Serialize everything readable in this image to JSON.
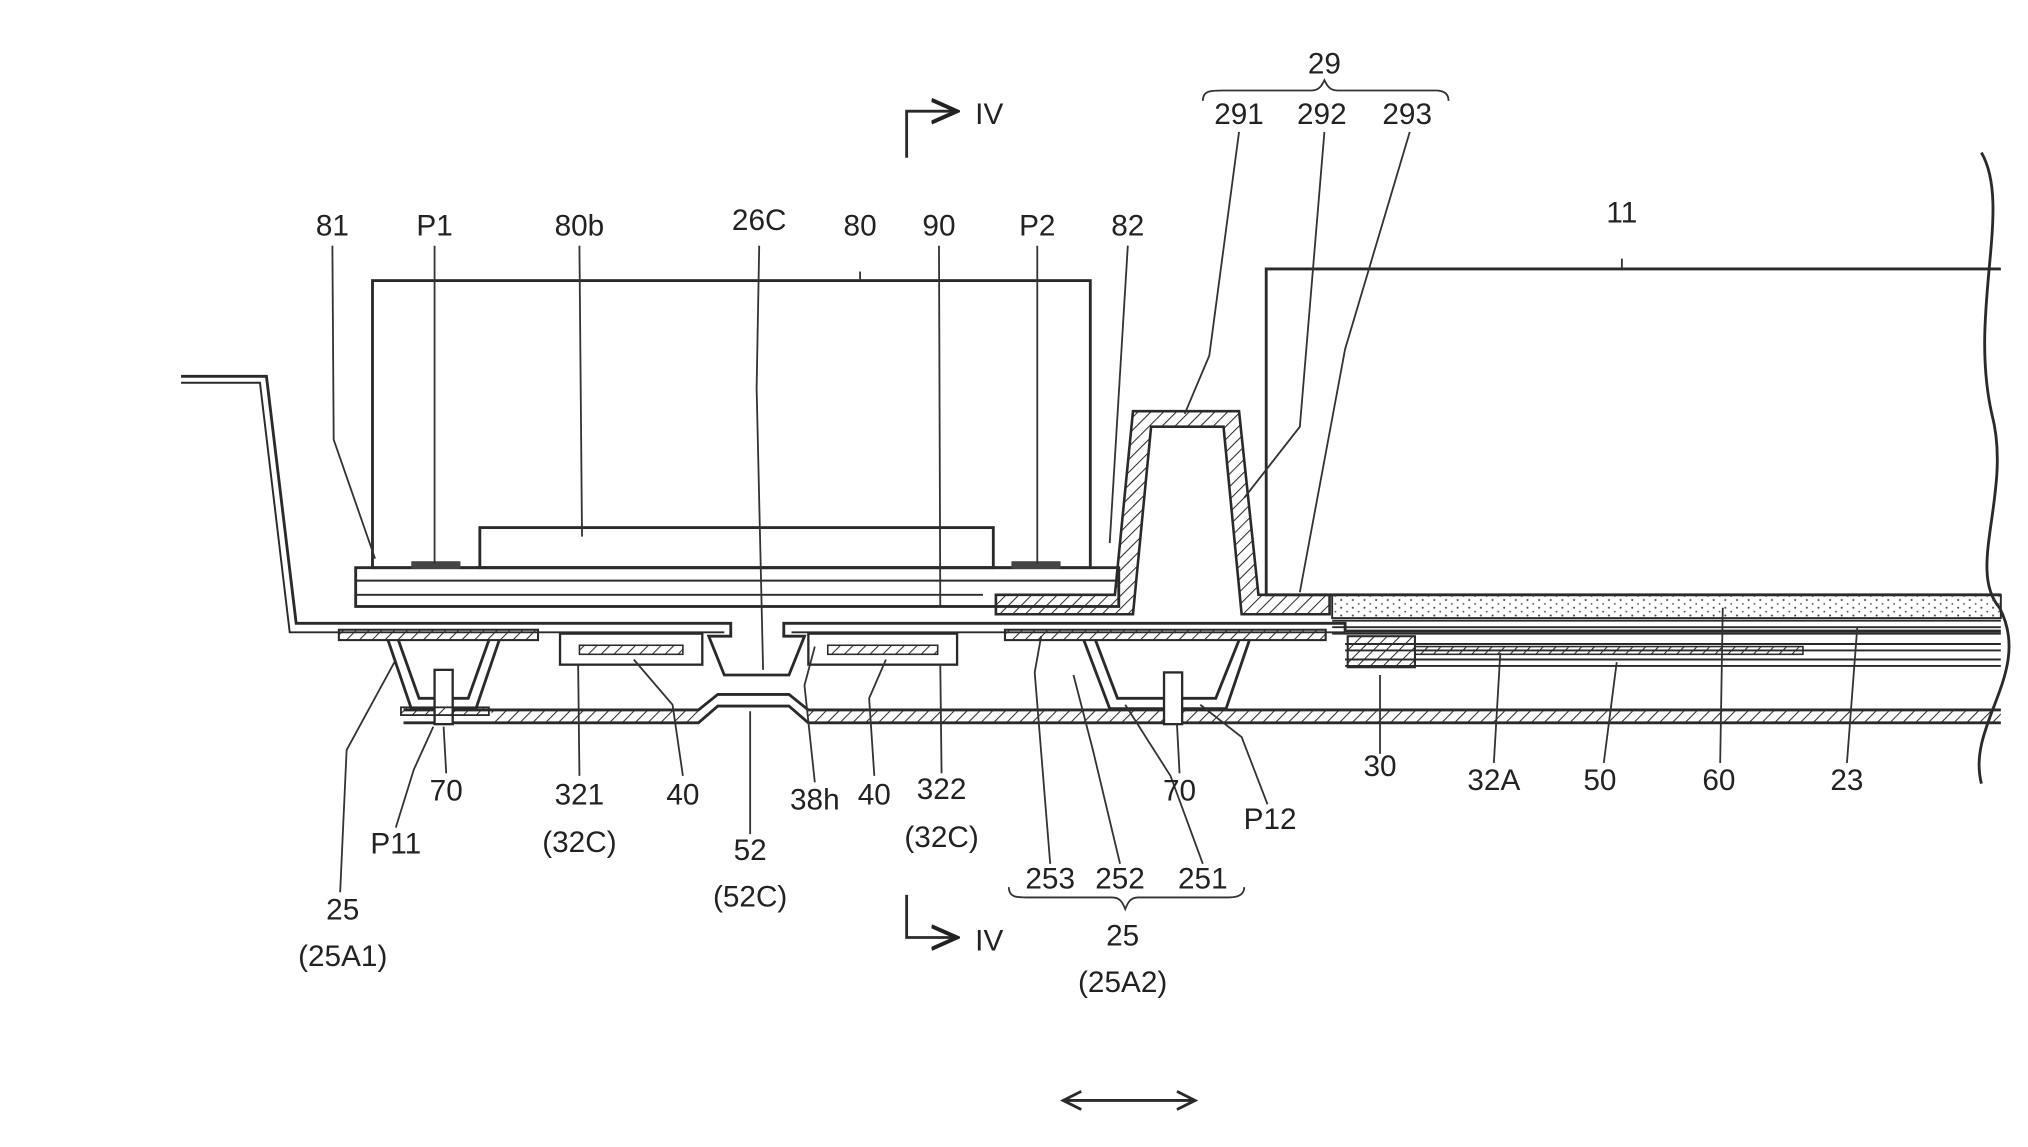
{
  "figure": {
    "labels": {
      "n29": "29",
      "n291": "291",
      "n292": "292",
      "n293": "293",
      "iv_top": "IV",
      "iv_bottom": "IV",
      "n81": "81",
      "p1": "P1",
      "n80b": "80b",
      "n26c": "26C",
      "n80": "80",
      "n90": "90",
      "p2": "P2",
      "n82": "82",
      "n11": "11",
      "n70a": "70",
      "p11": "P11",
      "n25a": "25",
      "n25a1": "(25A1)",
      "n321": "321",
      "n32c_a": "(32C)",
      "n40a": "40",
      "n52": "52",
      "n52c": "(52C)",
      "n38h": "38h",
      "n40b": "40",
      "n322": "322",
      "n32c_b": "(32C)",
      "n253": "253",
      "n252": "252",
      "n251": "251",
      "n25b": "25",
      "n25a2": "(25A2)",
      "n70b": "70",
      "p12": "P12",
      "n30": "30",
      "n32a": "32A",
      "n50": "50",
      "n60": "60",
      "n23": "23"
    }
  }
}
